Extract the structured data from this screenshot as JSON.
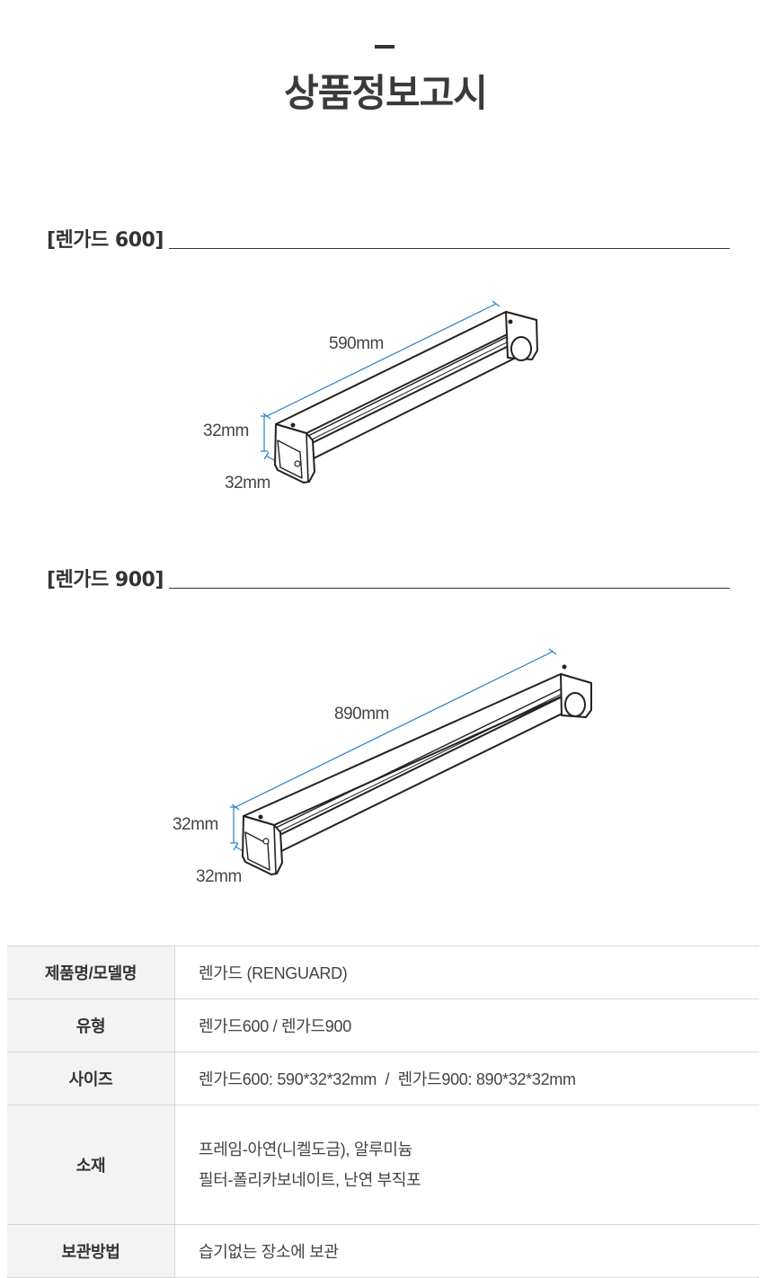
{
  "header": {
    "title": "상품정보고시"
  },
  "sections": [
    {
      "label": "[렌가드 600]",
      "dims": {
        "length": "590mm",
        "height": "32mm",
        "depth": "32mm"
      }
    },
    {
      "label": "[렌가드 900]",
      "dims": {
        "length": "890mm",
        "height": "32mm",
        "depth": "32mm"
      }
    }
  ],
  "spec_table": {
    "rows": [
      {
        "key": "제품명/모델명",
        "value": "렌가드 (RENGUARD)"
      },
      {
        "key": "유형",
        "value": "렌가드600 / 렌가드900"
      },
      {
        "key": "사이즈",
        "value": "렌가드600: 590*32*32mm  /  렌가드900: 890*32*32mm"
      },
      {
        "key": "소재",
        "lines": [
          "프레임-아연(니켈도금), 알루미늄",
          "필터-폴리카보네이트, 난연 부직포"
        ]
      },
      {
        "key": "보관방법",
        "value": "습기없는 장소에 보관"
      }
    ]
  },
  "colors": {
    "dimension_line": "#2b7fc4",
    "text": "#333333",
    "table_header_bg": "#f3f3f3",
    "border": "#d6d6d6"
  }
}
